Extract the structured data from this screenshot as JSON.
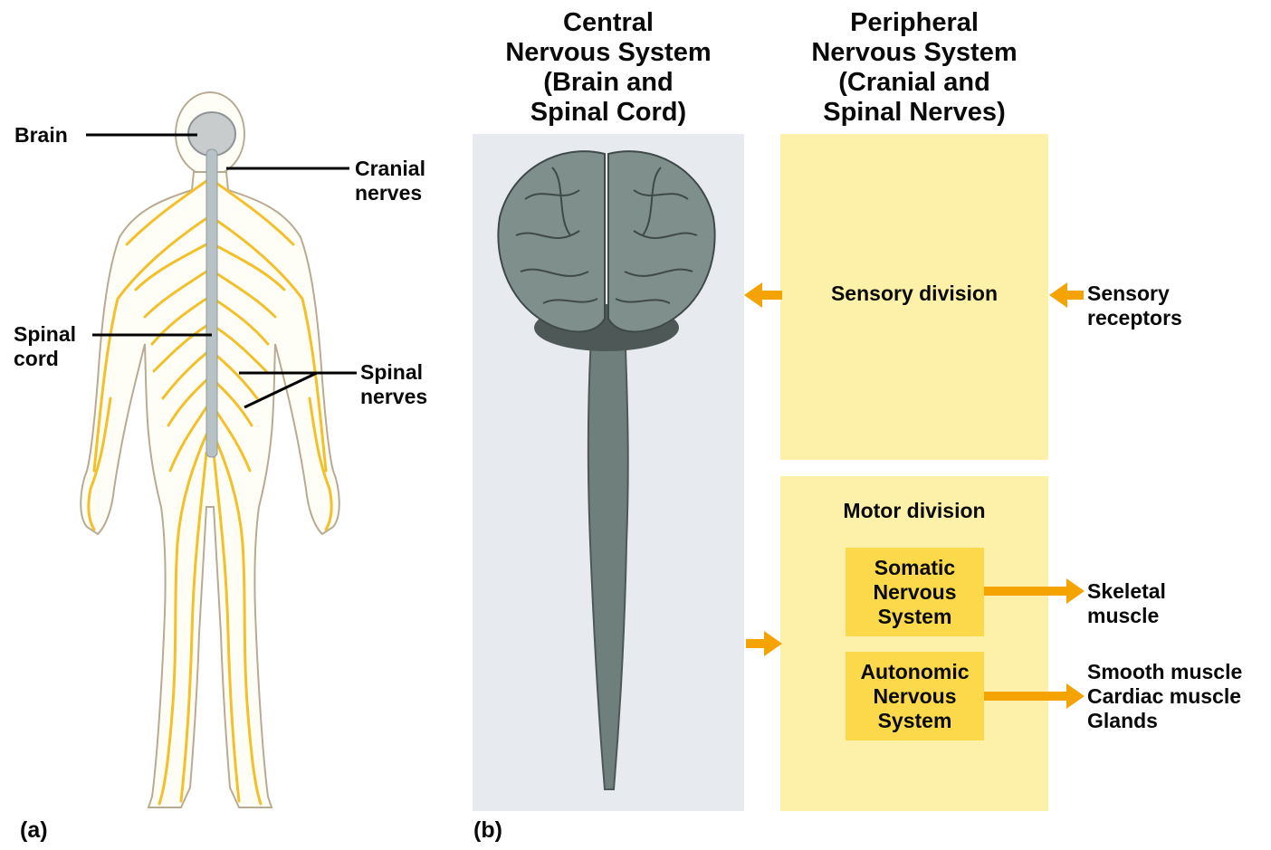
{
  "panel_a": {
    "letter": "(a)",
    "labels": {
      "brain": "Brain",
      "cranial_nerves": "Cranial\nnerves",
      "spinal_cord": "Spinal\ncord",
      "spinal_nerves": "Spinal\nnerves"
    }
  },
  "panel_b": {
    "letter": "(b)",
    "cns_header": "Central\nNervous System\n(Brain and\nSpinal Cord)",
    "pns_header": "Peripheral\nNervous System\n(Cranial and\nSpinal Nerves)",
    "sensory_division": "Sensory division",
    "sensory_receptors": "Sensory\nreceptors",
    "motor_division": "Motor division",
    "somatic": "Somatic\nNervous\nSystem",
    "autonomic": "Autonomic\nNervous\nSystem",
    "skeletal": "Skeletal\nmuscle",
    "smooth": "Smooth muscle\nCardiac muscle\nGlands"
  },
  "colors": {
    "nerve_yellow": "#f2c02a",
    "pns_fill": "#fdf0a8",
    "subdivision_fill": "#fbd94a",
    "cns_fill": "#e7eaef",
    "arrow_orange": "#f5a300",
    "brain_gray": "#6f7f7c"
  }
}
